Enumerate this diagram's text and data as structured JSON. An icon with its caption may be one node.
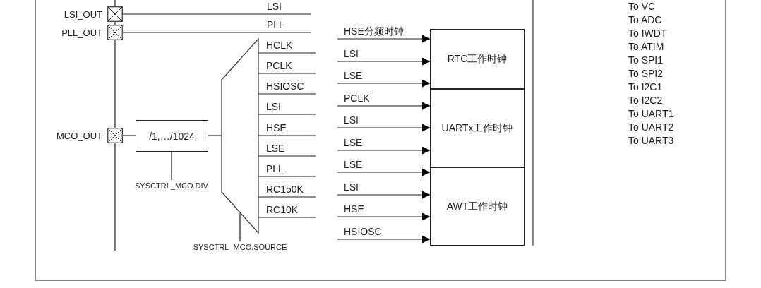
{
  "diagram": {
    "nodes": [
      {
        "text": [
          "LSI_OUT"
        ]
      },
      {
        "text": [
          "PLL_OUT"
        ]
      },
      {
        "text": [
          "MCO_OUT"
        ]
      },
      {
        "text": [
          "/1,…/1024"
        ]
      },
      {
        "text": [],
        "shape": "trapezoid"
      },
      {
        "text": [
          "SYSCTRL_MCO.DIV"
        ]
      },
      {
        "text": [
          "SYSCTRL_MCO.SOURCE"
        ]
      },
      {
        "text": [
          "RTC工作时钟"
        ]
      },
      {
        "text": [
          "UARTx工作时钟"
        ]
      },
      {
        "text": [
          "AWT工作时钟"
        ]
      }
    ],
    "edges": [
      {
        "from": null,
        "to": 0,
        "arrow": "none"
      },
      {
        "from": 0,
        "to": 1,
        "arrow": "none"
      },
      {
        "from": 1,
        "to": 2,
        "arrow": "none"
      },
      {
        "from": 2,
        "to": null,
        "arrow": "none"
      },
      {
        "from": 0,
        "to": null,
        "arrow": "none",
        "label": "LSI"
      },
      {
        "from": 1,
        "to": null,
        "arrow": "none",
        "label": "PLL"
      },
      {
        "from": 2,
        "to": 3,
        "arrow": "none"
      },
      {
        "from": 3,
        "to": 4,
        "arrow": "none"
      },
      {
        "from": null,
        "to": 4,
        "arrow": "none",
        "label": "HCLK"
      },
      {
        "from": null,
        "to": 4,
        "arrow": "none",
        "label": "PCLK"
      },
      {
        "from": null,
        "to": 4,
        "arrow": "none",
        "label": "HSIOSC"
      },
      {
        "from": null,
        "to": 4,
        "arrow": "none",
        "label": "LSI"
      },
      {
        "from": null,
        "to": 4,
        "arrow": "none",
        "label": "HSE"
      },
      {
        "from": null,
        "to": 4,
        "arrow": "none",
        "label": "LSE"
      },
      {
        "from": null,
        "to": 4,
        "arrow": "none",
        "label": "PLL"
      },
      {
        "from": null,
        "to": 4,
        "arrow": "none",
        "label": "RC150K"
      },
      {
        "from": null,
        "to": 4,
        "arrow": "none",
        "label": "RC10K"
      },
      {
        "from": 5,
        "to": 3,
        "arrow": "none"
      },
      {
        "from": 6,
        "to": 4,
        "arrow": "none"
      },
      {
        "from": null,
        "to": 7,
        "arrow": "to",
        "label": "HSE分频时钟"
      },
      {
        "from": null,
        "to": 7,
        "arrow": "to",
        "label": "LSI"
      },
      {
        "from": null,
        "to": 7,
        "arrow": "to",
        "label": "LSE"
      },
      {
        "from": null,
        "to": 8,
        "arrow": "to",
        "label": "PCLK"
      },
      {
        "from": null,
        "to": 8,
        "arrow": "to",
        "label": "LSI"
      },
      {
        "from": null,
        "to": 8,
        "arrow": "to",
        "label": "LSE"
      },
      {
        "from": null,
        "to": 9,
        "arrow": "to",
        "label": "LSE"
      },
      {
        "from": null,
        "to": 9,
        "arrow": "to",
        "label": "LSI"
      },
      {
        "from": null,
        "to": 9,
        "arrow": "to",
        "label": "HSE"
      },
      {
        "from": null,
        "to": 9,
        "arrow": "to",
        "label": "HSIOSC"
      }
    ],
    "labels": [
      "To VC",
      "To ADC",
      "To IWDT",
      "To ATIM",
      "To SPI1",
      "To SPI2",
      "To I2C1",
      "To I2C2",
      "To UART1",
      "To UART2",
      "To UART3"
    ]
  }
}
